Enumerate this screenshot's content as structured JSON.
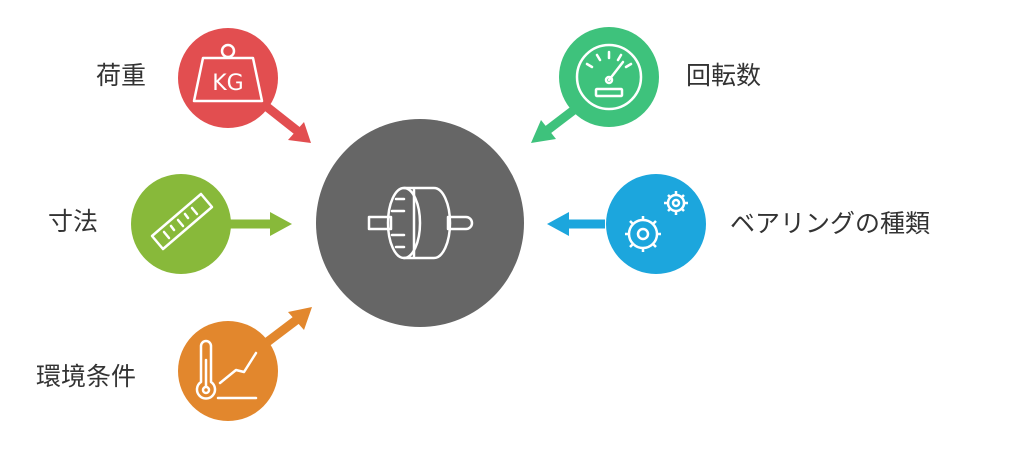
{
  "factors": {
    "load": {
      "label": "荷重",
      "color": "#e24e50",
      "icon": "weight-kg-icon",
      "icon_text": "KG"
    },
    "speed": {
      "label": "回転数",
      "color": "#3ec27c",
      "icon": "speedometer-icon"
    },
    "size": {
      "label": "寸法",
      "color": "#88b93a",
      "icon": "ruler-icon"
    },
    "bearing_type": {
      "label": "ベアリングの種類",
      "color": "#1ca6dd",
      "icon": "gears-icon"
    },
    "environment": {
      "label": "環境条件",
      "color": "#e2872d",
      "icon": "thermometer-icon"
    }
  },
  "center": {
    "color": "#666666",
    "icon": "bearing-roller-icon"
  }
}
